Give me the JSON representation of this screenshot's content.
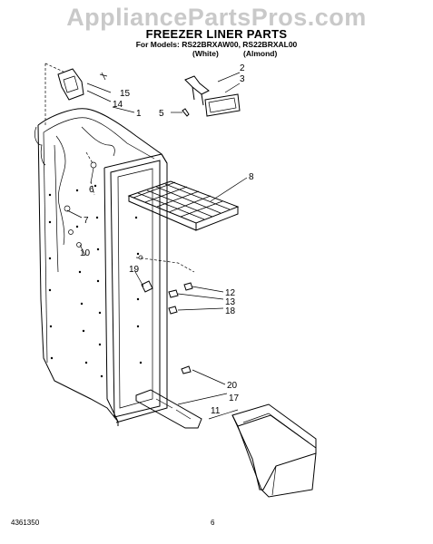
{
  "watermark": "AppliancePartsPros.com",
  "header": {
    "title": "FREEZER LINER PARTS",
    "models": "For Models: RS22BRXAW00, RS22BRXAL00",
    "variant_white": "(White)",
    "variant_almond": "(Almond)"
  },
  "callouts": {
    "c1": "1",
    "c2": "2",
    "c3": "3",
    "c5": "5",
    "c6": "6",
    "c7": "7",
    "c8": "8",
    "c10": "10",
    "c11": "11",
    "c12": "12",
    "c13": "13",
    "c14": "14",
    "c15": "15",
    "c17": "17",
    "c18": "18",
    "c19": "19",
    "c20": "20"
  },
  "footer": {
    "doc_number": "4361350",
    "page_number": "6"
  }
}
